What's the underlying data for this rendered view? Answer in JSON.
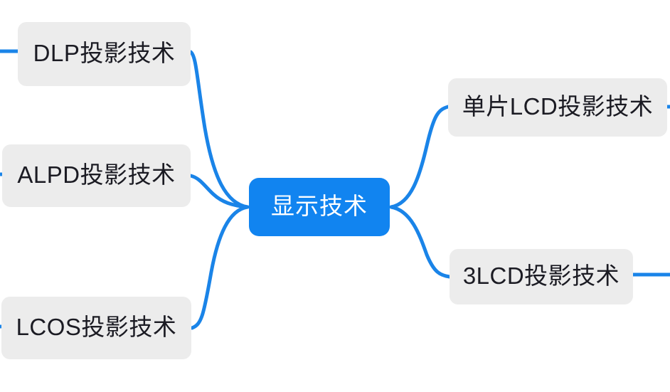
{
  "diagram": {
    "type": "mind-map",
    "title": "显示技术",
    "background_color": "#ffffff",
    "root": {
      "id": "root",
      "label": "显示技术",
      "fill_color": "#1184f0",
      "text_color": "#ffffff"
    },
    "branch_style": {
      "fill_color": "#ececec",
      "text_color": "#1b1b23",
      "edge_color": "#1a84e8"
    },
    "left_branches": [
      {
        "id": "dlp",
        "label": "DLP投影技术"
      },
      {
        "id": "alpd",
        "label": "ALPD投影技术"
      },
      {
        "id": "lcos",
        "label": "LCOS投影技术"
      }
    ],
    "right_branches": [
      {
        "id": "lcd1",
        "label": "单片LCD投影技术"
      },
      {
        "id": "lcd3",
        "label": "3LCD投影技术"
      }
    ]
  }
}
